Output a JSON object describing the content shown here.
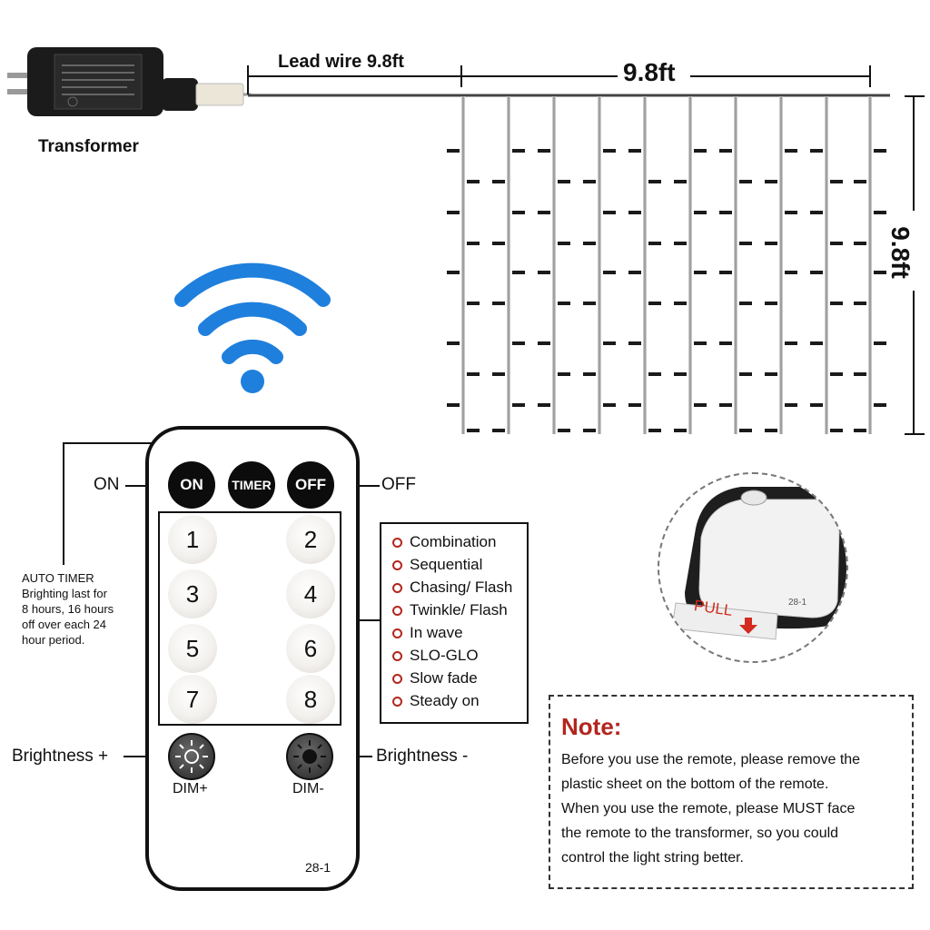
{
  "transformer": {
    "label": "Transformer"
  },
  "lead_wire": {
    "label": "Lead wire 9.8ft"
  },
  "curtain": {
    "width_label": "9.8ft",
    "height_label": "9.8ft"
  },
  "remote": {
    "on_button": "ON",
    "timer_button": "TIMER",
    "off_button": "OFF",
    "on_label": "ON",
    "off_label": "OFF",
    "auto_timer_title": "AUTO TIMER",
    "auto_timer_text": [
      "Brighting last for",
      "8 hours, 16 hours",
      "off over each 24",
      "hour period."
    ],
    "number_buttons": [
      "1",
      "2",
      "3",
      "4",
      "5",
      "6",
      "7",
      "8"
    ],
    "dim_plus_label": "DIM+",
    "dim_minus_label": "DIM-",
    "brightness_plus": "Brightness +",
    "brightness_minus": "Brightness -",
    "model": "28-1"
  },
  "modes": [
    "Combination",
    "Sequential",
    "Chasing/ Flash",
    "Twinkle/ Flash",
    "In wave",
    "SLO-GLO",
    "Slow fade",
    "Steady on"
  ],
  "inset": {
    "pull_label": "PULL",
    "model": "28-1"
  },
  "note": {
    "title": "Note:",
    "lines": [
      "Before you use the remote, please remove the",
      "plastic sheet on the bottom of the remote.",
      "When you use the remote, please MUST face",
      "the remote to the transformer, so you could",
      "control the light string better."
    ]
  },
  "colors": {
    "wifi": "#1f7fdd",
    "note_title": "#b3261e",
    "bullet": "#b3261e",
    "pull_arrow": "#d22b1f"
  }
}
